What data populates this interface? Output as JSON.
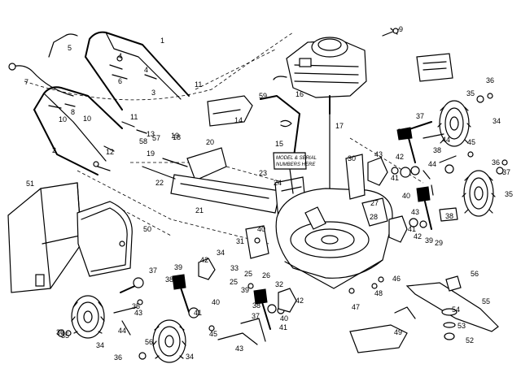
{
  "diagram": {
    "note_line1": "MODEL & SERIAL",
    "note_line2": "NUMBERS HERE",
    "callouts": [
      "1",
      "2",
      "3",
      "4",
      "4",
      "5",
      "6",
      "7",
      "8",
      "9",
      "10",
      "10",
      "11",
      "11",
      "12",
      "13",
      "14",
      "15",
      "16",
      "17",
      "18",
      "19",
      "19",
      "20",
      "21",
      "22",
      "23",
      "24",
      "25",
      "25",
      "26",
      "27",
      "28",
      "29",
      "30",
      "31",
      "32",
      "33",
      "34",
      "34",
      "34",
      "34",
      "35",
      "35",
      "35",
      "35",
      "36",
      "36",
      "36",
      "36",
      "37",
      "37",
      "37",
      "37",
      "38",
      "38",
      "38",
      "38",
      "39",
      "39",
      "39",
      "39",
      "40",
      "40",
      "40",
      "40",
      "41",
      "41",
      "41",
      "41",
      "42",
      "42",
      "42",
      "42",
      "43",
      "43",
      "43",
      "43",
      "44",
      "44",
      "44",
      "45",
      "45",
      "46",
      "47",
      "48",
      "49",
      "50",
      "51",
      "52",
      "53",
      "54",
      "55",
      "56",
      "56",
      "57",
      "58",
      "59"
    ]
  }
}
